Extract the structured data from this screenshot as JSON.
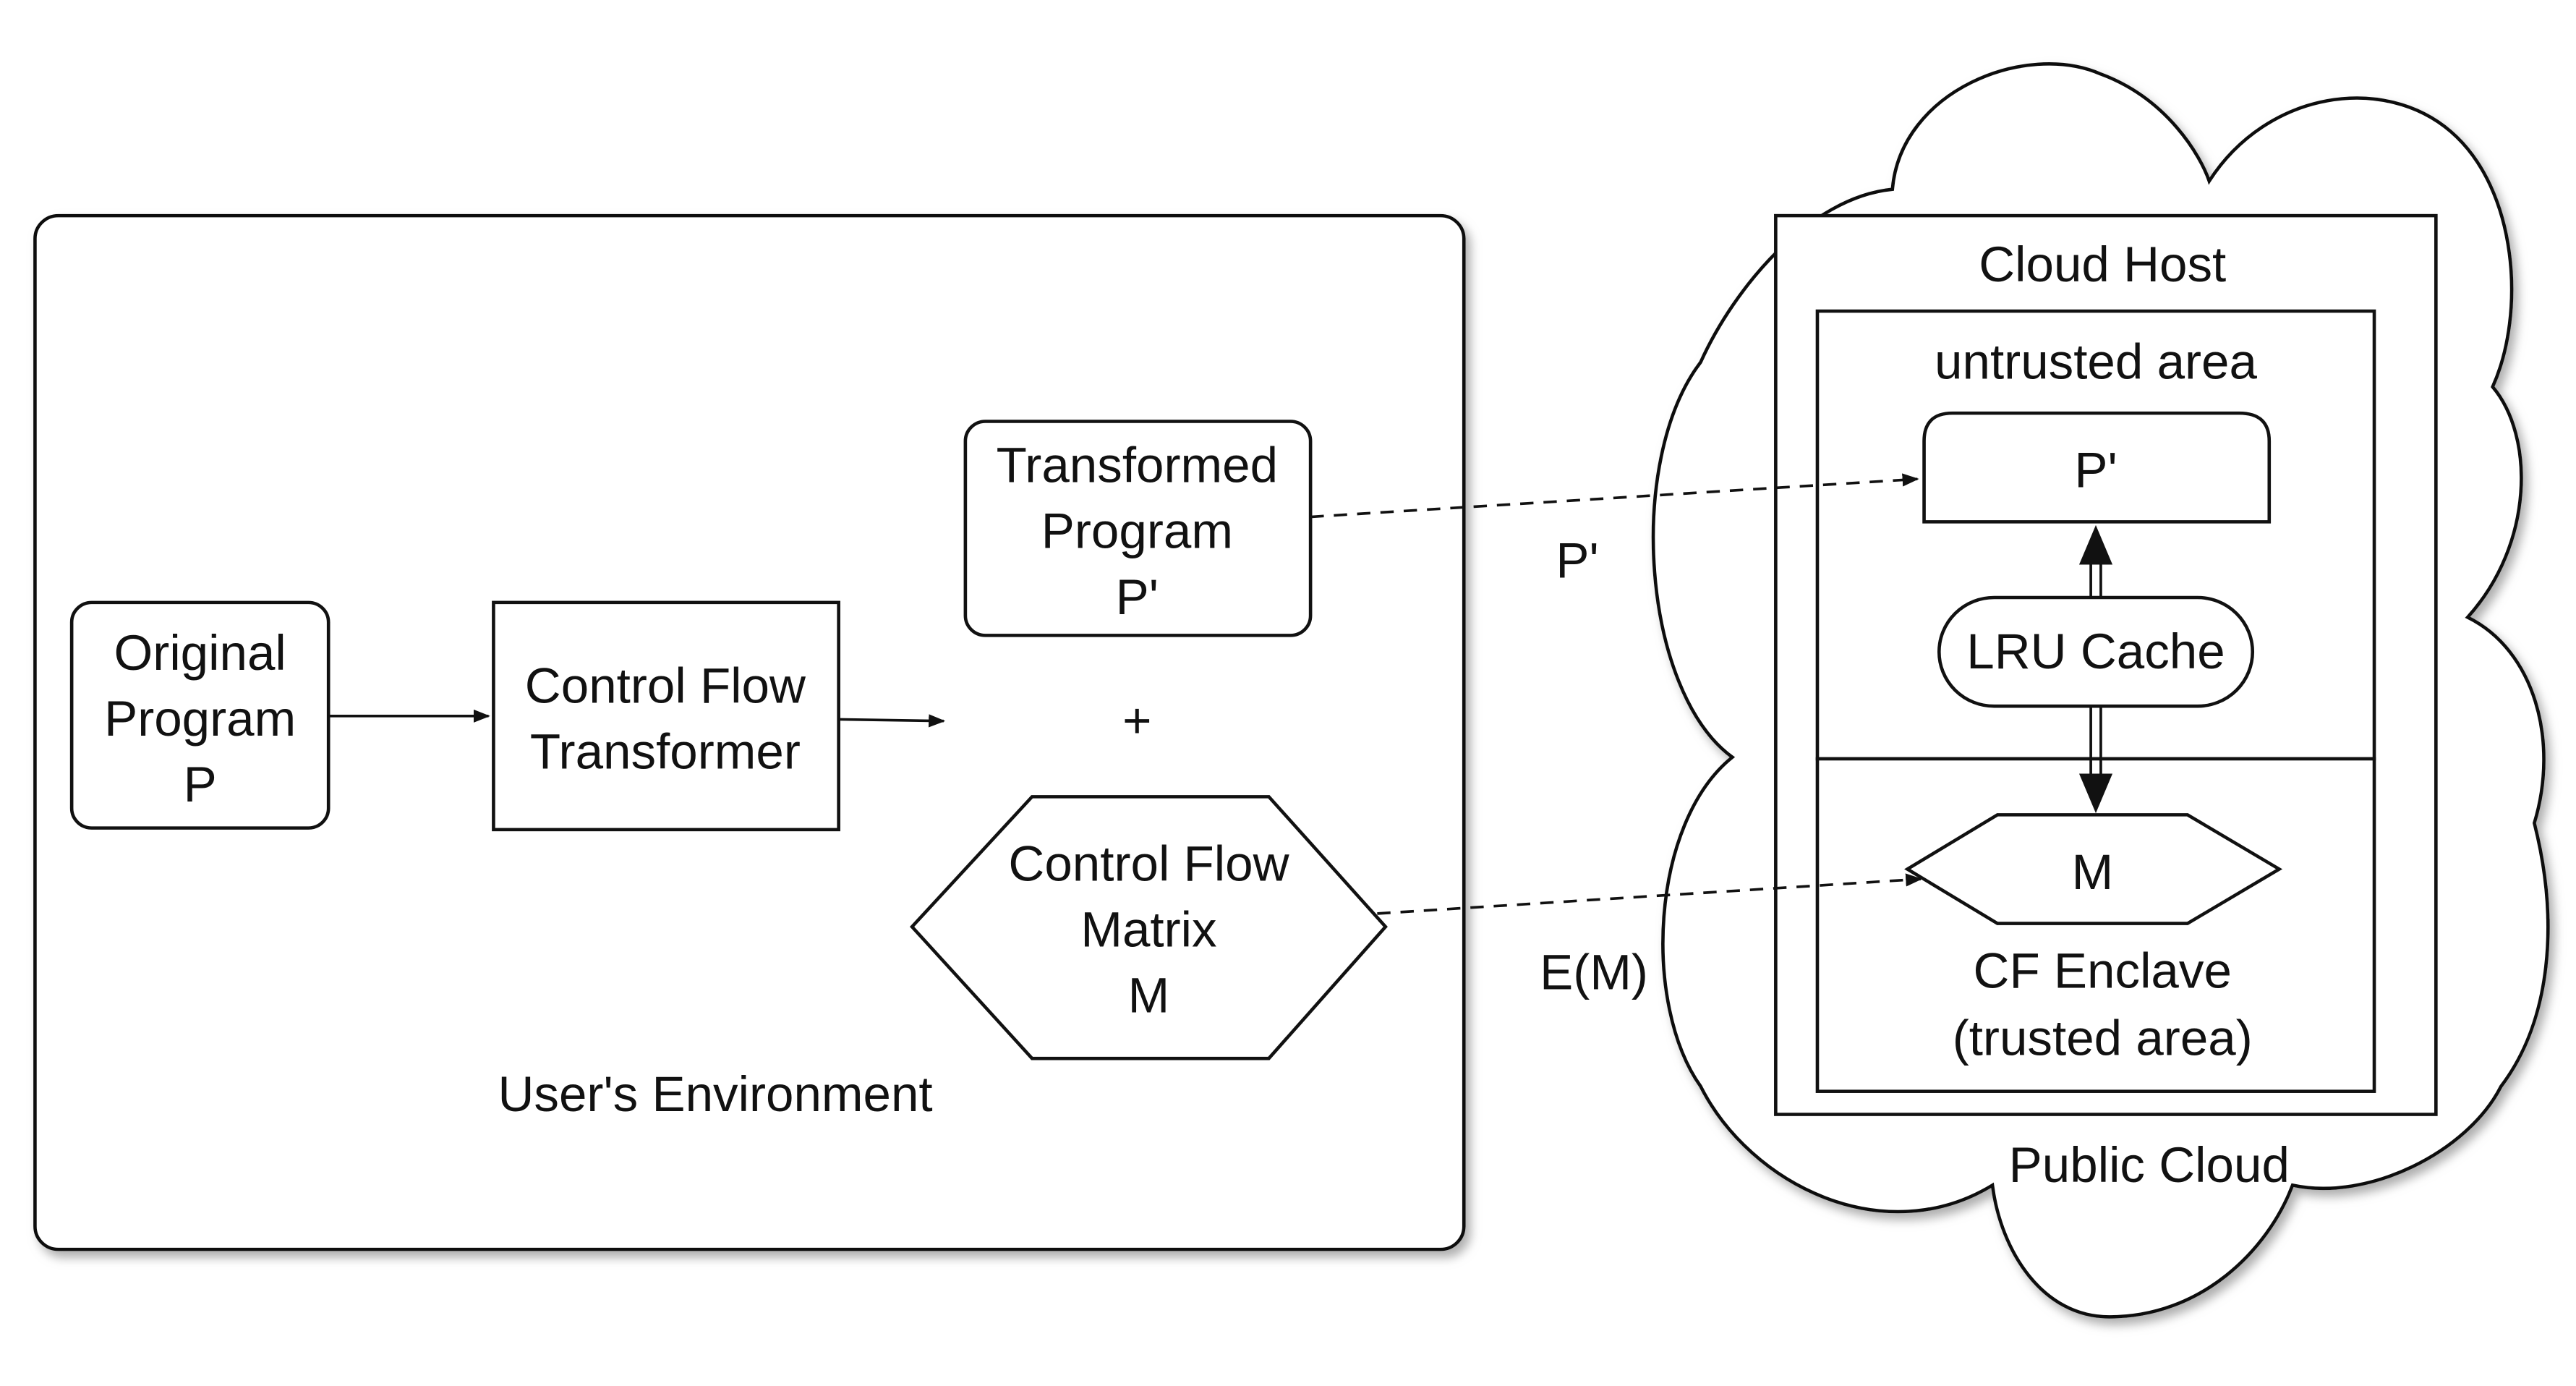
{
  "colors": {
    "stroke": "#111111",
    "fill": "#ffffff",
    "shadow": "#9a9a9a"
  },
  "users_environment": {
    "label": "User's Environment",
    "original_program": [
      "Original",
      "Program",
      "P"
    ],
    "transformer": [
      "Control Flow",
      "Transformer"
    ],
    "transformed_program": [
      "Transformed",
      "Program",
      "P'"
    ],
    "plus": "+",
    "control_flow_matrix": [
      "Control Flow",
      "Matrix",
      "M"
    ]
  },
  "transfer_labels": {
    "program": "P'",
    "matrix": "E(M)"
  },
  "public_cloud": {
    "label": "Public Cloud",
    "cloud_host": {
      "label": "Cloud Host",
      "untrusted_area": {
        "label": "untrusted area",
        "program": "P'",
        "lru_cache": "LRU Cache"
      },
      "enclave": {
        "matrix": "M",
        "label": [
          "CF Enclave",
          "(trusted area)"
        ]
      }
    }
  }
}
